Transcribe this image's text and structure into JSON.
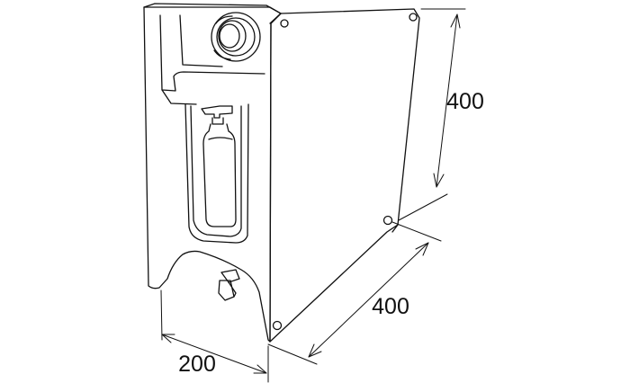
{
  "diagram": {
    "dimensions": {
      "height": "400",
      "length": "400",
      "width": "200"
    },
    "colors": {
      "line": "#111111",
      "background": "#ffffff"
    }
  }
}
